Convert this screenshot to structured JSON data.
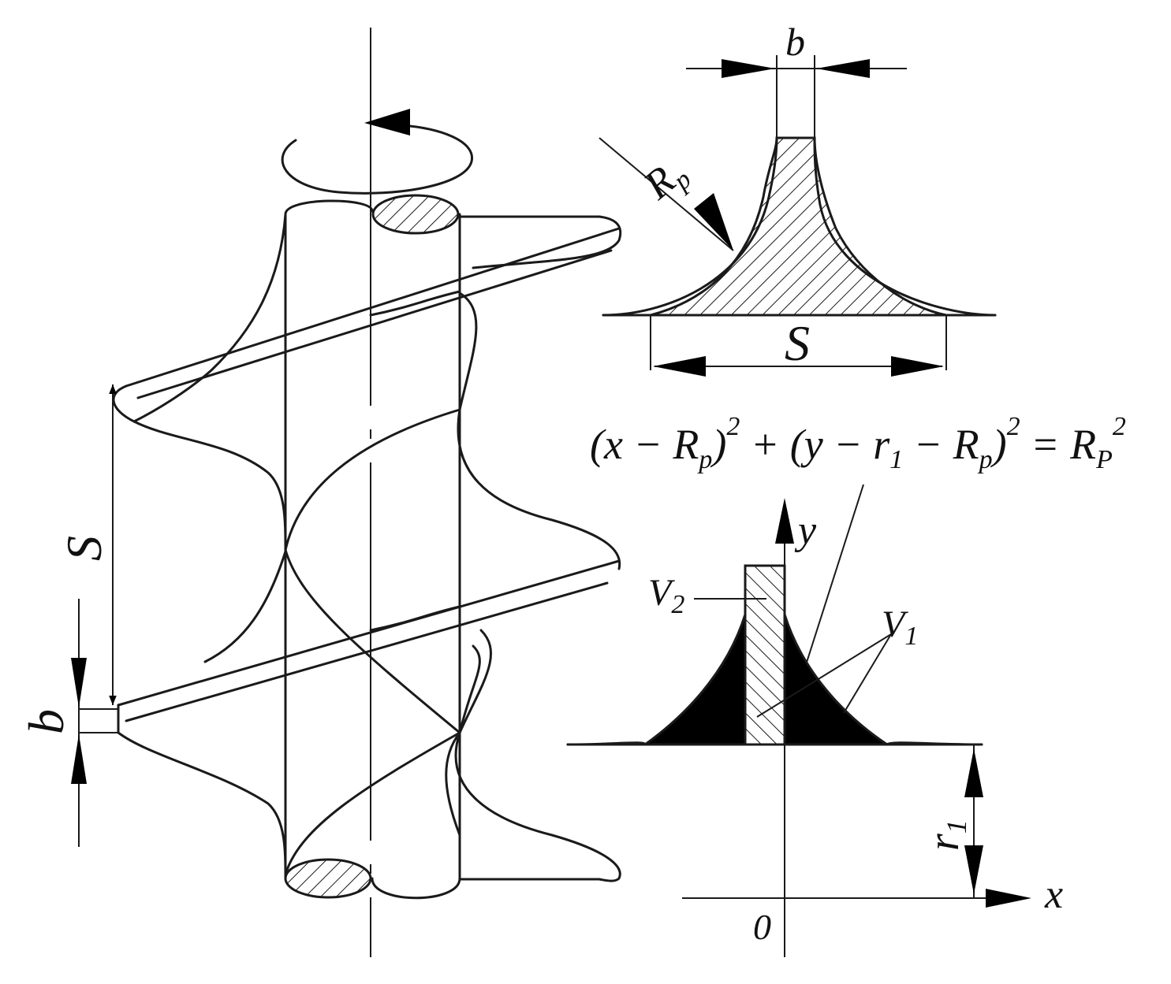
{
  "labels": {
    "b_top": "b",
    "rp_main": "R",
    "rp_sub": "p",
    "s_top": "S",
    "s_side": "S",
    "b_side": "b",
    "y_axis": "y",
    "x_axis": "x",
    "origin": "0",
    "v2_main": "V",
    "v2_sub": "2",
    "v1_main": "V",
    "v1_sub": "1",
    "r1_main": "r",
    "r1_sub": "1"
  },
  "equation": {
    "t1": "(x − R",
    "t1_sub": "p",
    "t2": ")",
    "t2_sup": "2",
    "t3": " + (y − r",
    "t3_sub": "1",
    "t4": " − R",
    "t4_sub": "p",
    "t5": ")",
    "t5_sup": "2",
    "t6": " = R",
    "t6_sub": "P",
    "t6_sup": "2"
  },
  "colors": {
    "line": "#1a1a1a",
    "fill_black": "#000000",
    "background": "#ffffff"
  }
}
